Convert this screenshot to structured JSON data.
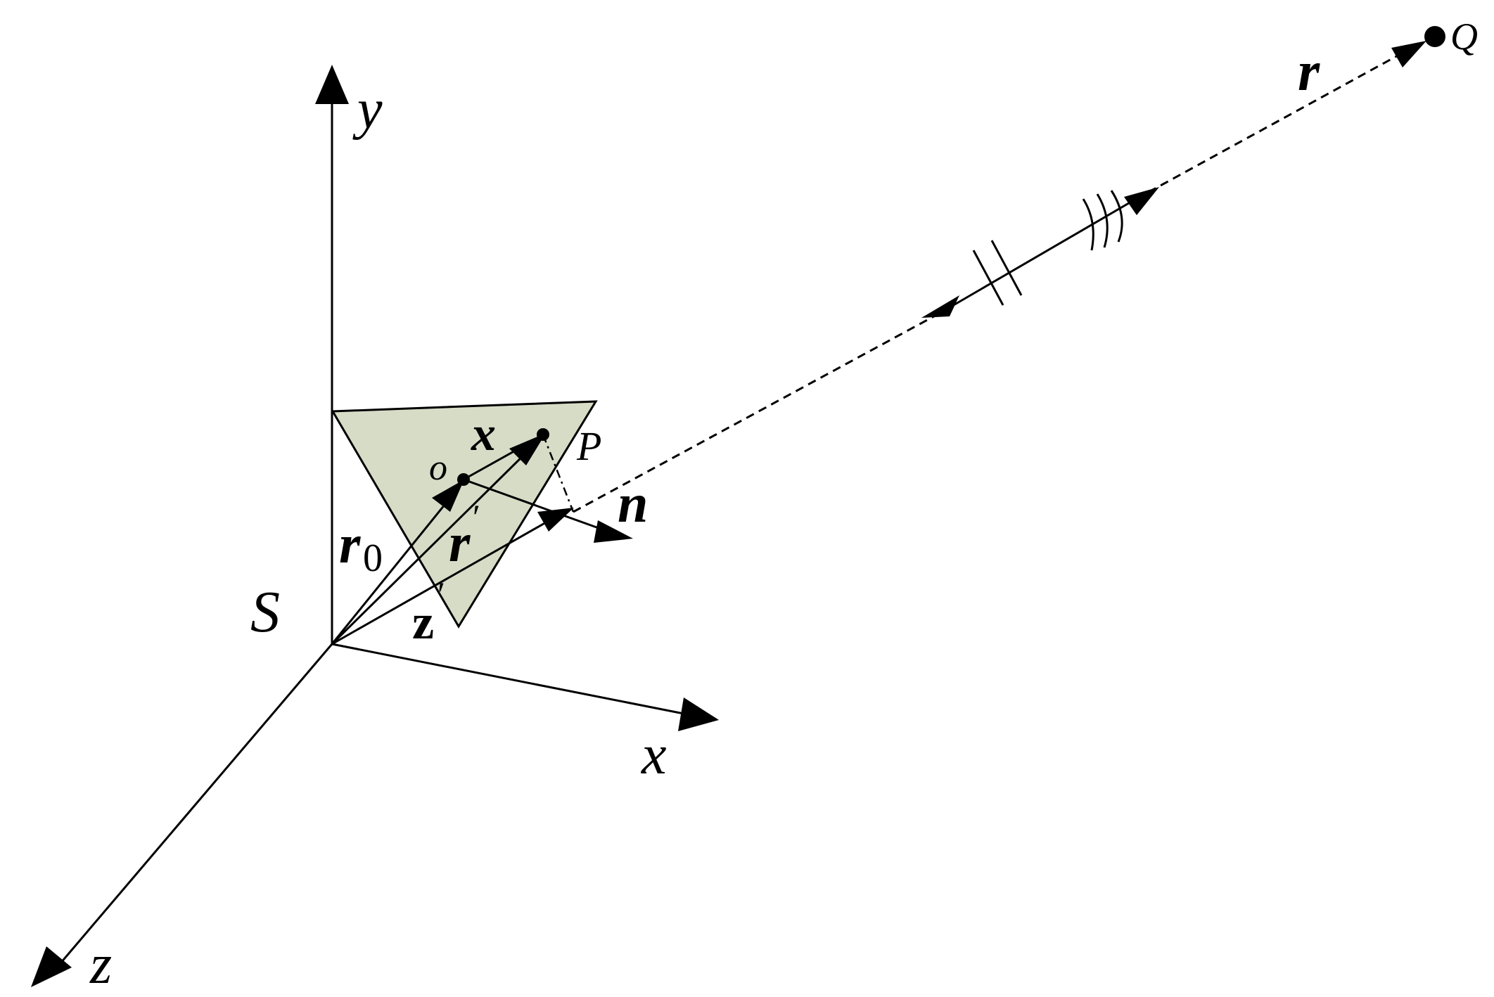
{
  "diagram": {
    "labels": {
      "y_axis": "y",
      "x_axis": "x",
      "z_axis": "z",
      "surface": "S",
      "r0_main": "r",
      "r0_sub": "0",
      "r_prime": "r",
      "prime_mark": "′",
      "z_prime": "z",
      "local_x": "x",
      "origin": "o",
      "point_p": "P",
      "normal": "n",
      "r_vector": "r",
      "point_q": "Q"
    },
    "colors": {
      "panel_fill": "#d6dcc6",
      "line": "#000000",
      "background": "#ffffff"
    }
  }
}
